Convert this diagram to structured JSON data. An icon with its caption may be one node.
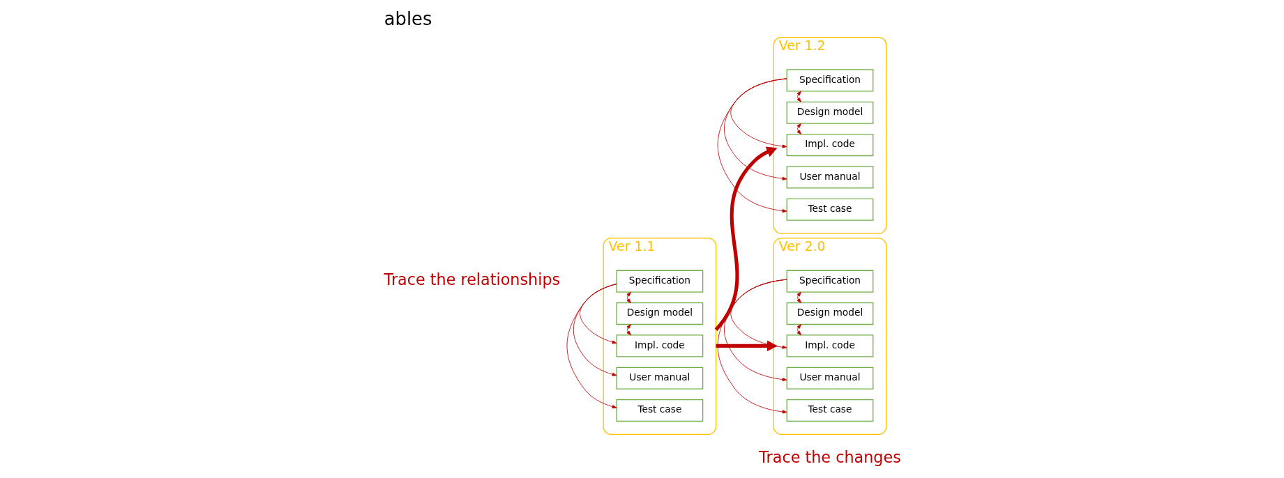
{
  "diagram": {
    "title": "ables",
    "nodes": [
      {
        "text": [
          "Ver 1.1"
        ]
      },
      {
        "text": [
          "Specification"
        ],
        "in": 0
      },
      {
        "text": [
          "Design model"
        ],
        "in": 0
      },
      {
        "text": [
          "Impl. code"
        ],
        "in": 0
      },
      {
        "text": [
          "User manual"
        ],
        "in": 0
      },
      {
        "text": [
          "Test case"
        ],
        "in": 0
      },
      {
        "text": [
          "Ver 1.2"
        ]
      },
      {
        "text": [
          "Specification"
        ],
        "in": 6
      },
      {
        "text": [
          "Design model"
        ],
        "in": 6
      },
      {
        "text": [
          "Impl. code"
        ],
        "in": 6
      },
      {
        "text": [
          "User manual"
        ],
        "in": 6
      },
      {
        "text": [
          "Test case"
        ],
        "in": 6
      },
      {
        "text": [
          "Ver 2.0"
        ]
      },
      {
        "text": [
          "Specification"
        ],
        "in": 12
      },
      {
        "text": [
          "Design model"
        ],
        "in": 12
      },
      {
        "text": [
          "Impl. code"
        ],
        "in": 12
      },
      {
        "text": [
          "User manual"
        ],
        "in": 12
      },
      {
        "text": [
          "Test case"
        ],
        "in": 12
      }
    ],
    "edges": [
      {
        "from": 1,
        "to": 2,
        "arrow": "both"
      },
      {
        "from": 2,
        "to": 3,
        "arrow": "both"
      },
      {
        "from": 1,
        "to": 3,
        "arrow": "to"
      },
      {
        "from": 1,
        "to": 4,
        "arrow": "to"
      },
      {
        "from": 1,
        "to": 5,
        "arrow": "to"
      },
      {
        "from": 7,
        "to": 8,
        "arrow": "both"
      },
      {
        "from": 8,
        "to": 9,
        "arrow": "both"
      },
      {
        "from": 7,
        "to": 9,
        "arrow": "to"
      },
      {
        "from": 7,
        "to": 10,
        "arrow": "to"
      },
      {
        "from": 7,
        "to": 11,
        "arrow": "to"
      },
      {
        "from": 13,
        "to": 14,
        "arrow": "both"
      },
      {
        "from": 14,
        "to": 15,
        "arrow": "both"
      },
      {
        "from": 13,
        "to": 15,
        "arrow": "to"
      },
      {
        "from": 13,
        "to": 16,
        "arrow": "to"
      },
      {
        "from": 13,
        "to": 17,
        "arrow": "to"
      },
      {
        "from": 0,
        "to": 6,
        "arrow": "to",
        "style": "thick"
      },
      {
        "from": 0,
        "to": 12,
        "arrow": "to",
        "style": "thick"
      }
    ],
    "labels": [
      "Trace the relationships",
      "Trace the changes"
    ]
  }
}
